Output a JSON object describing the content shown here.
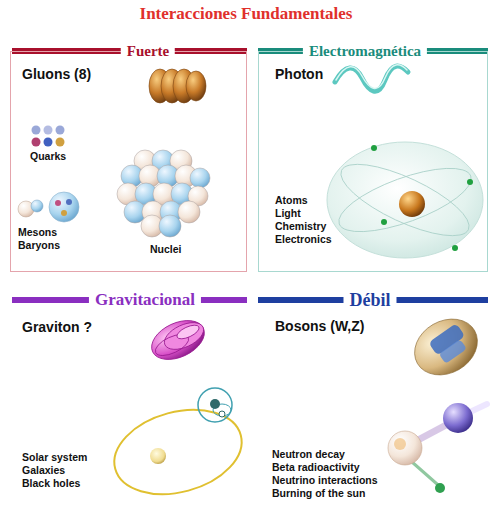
{
  "diagram": {
    "title": "Interacciones Fundamentales",
    "nodes": [
      {
        "text": [
          "Fuerte",
          "Gluons (8)",
          "Quarks",
          "Mesons",
          "Baryons",
          "Nuclei"
        ]
      },
      {
        "text": [
          "Electromagnética",
          "Photon",
          "Atoms",
          "Light",
          "Chemistry",
          "Electronics"
        ]
      },
      {
        "text": [
          "Gravitacional",
          "Graviton ?",
          "Solar system",
          "Galaxies",
          "Black holes"
        ]
      },
      {
        "text": [
          "Débil",
          "Bosons (W,Z)",
          "Neutron decay",
          "Beta radioactivity",
          "Neutrino interactions",
          "Burning of the sun"
        ]
      }
    ]
  }
}
